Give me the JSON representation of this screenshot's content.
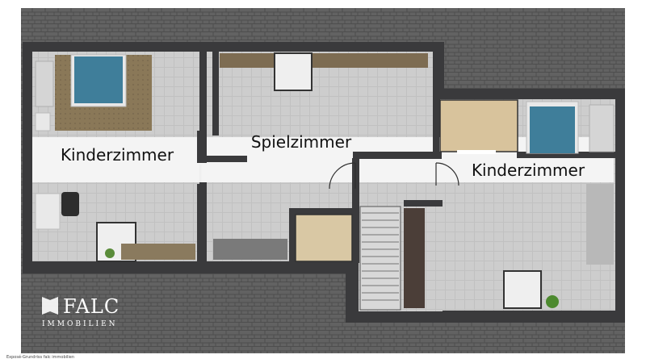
{
  "rooms": {
    "left": "Kinderzimmer",
    "middle": "Spielzimmer",
    "right": "Kinderzimmer"
  },
  "brand": {
    "name": "FALC",
    "tagline": "IMMOBILIEN"
  },
  "credit": "Exposé-Grundriss falc immobilien",
  "colors": {
    "roof": "#5f5f5f",
    "wall": "#3b3b3d",
    "floor": "#cfcfcf",
    "bed_cover": "#3f7e9a",
    "rug": "#8c7a5c",
    "sheet": "#d7c39b"
  }
}
